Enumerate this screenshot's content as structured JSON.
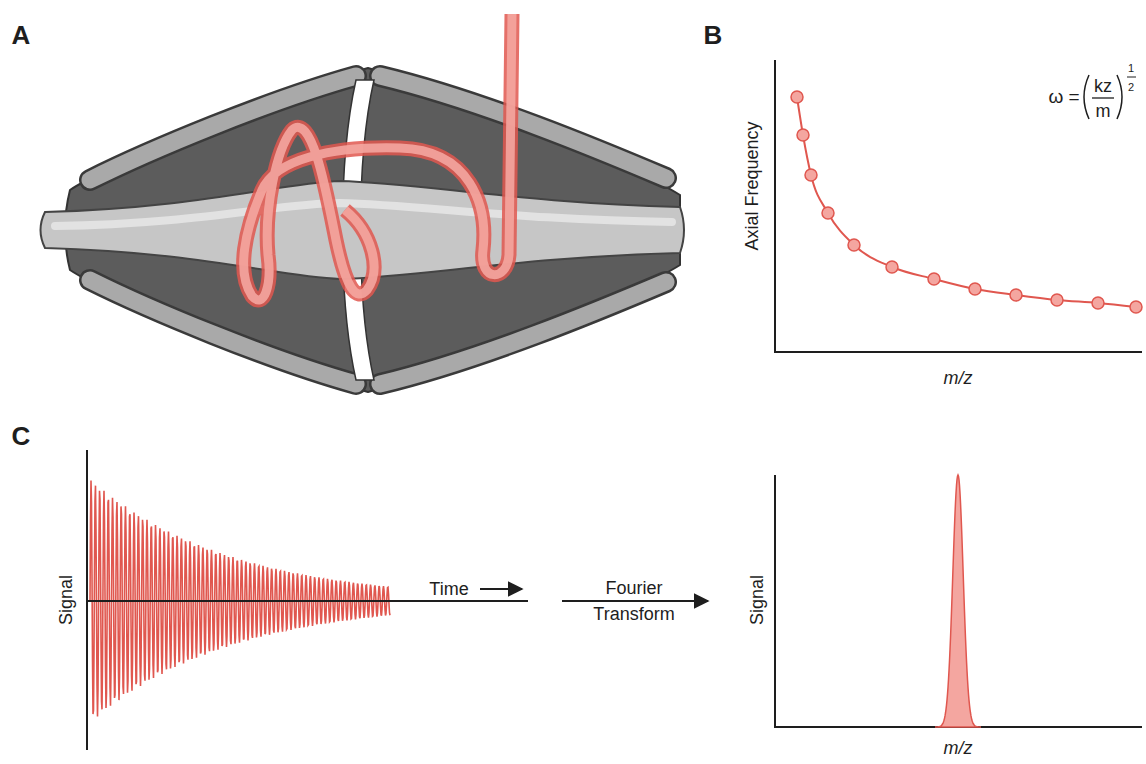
{
  "diagram": {
    "labels": [
      "A",
      "B",
      "C",
      "Axial Frequency",
      "m/z",
      "ω =",
      "kz",
      "m",
      "1",
      "2",
      "Signal",
      "Time",
      "Fourier Transform",
      "Signal",
      "m/z"
    ]
  }
}
